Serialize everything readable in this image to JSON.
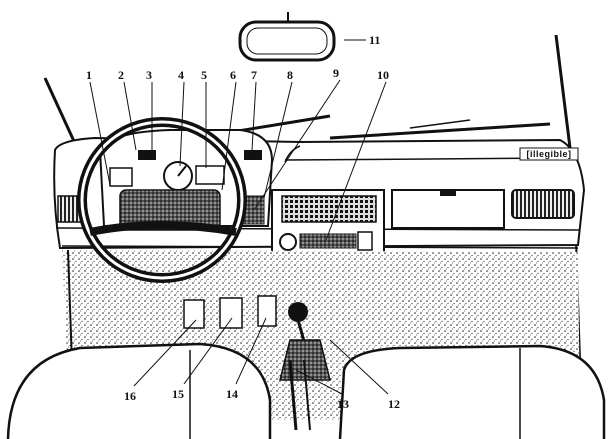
{
  "labels": {
    "callout_1": "1",
    "callout_2": "2",
    "callout_3": "3",
    "callout_4": "4",
    "callout_5": "5",
    "callout_6": "6",
    "callout_7": "7",
    "callout_8": "8",
    "callout_9": "9",
    "callout_10": "10",
    "callout_11": "11",
    "callout_12": "12",
    "callout_13": "13",
    "callout_14": "14",
    "callout_15": "15",
    "callout_16": "16"
  },
  "dashboard": {
    "brand_plate": "[illegible]"
  },
  "colors": {
    "ink": "#111111",
    "paper": "#ffffff"
  }
}
